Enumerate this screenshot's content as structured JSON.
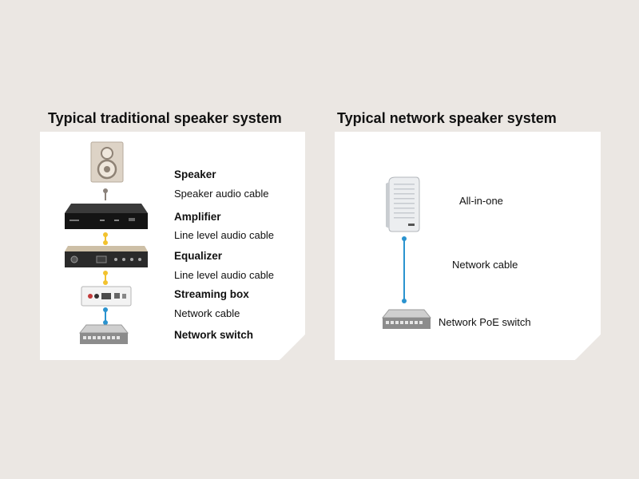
{
  "traditional": {
    "title": "Typical traditional speaker system",
    "items": [
      {
        "label": "Speaker",
        "emphasis": true
      },
      {
        "label": "Speaker audio cable",
        "emphasis": false
      },
      {
        "label": "Amplifier",
        "emphasis": true
      },
      {
        "label": "Line level audio cable",
        "emphasis": false
      },
      {
        "label": "Equalizer",
        "emphasis": true
      },
      {
        "label": "Line level audio cable",
        "emphasis": false
      },
      {
        "label": "Streaming box",
        "emphasis": true
      },
      {
        "label": "Network cable",
        "emphasis": false
      },
      {
        "label": "Network switch",
        "emphasis": true
      }
    ]
  },
  "network": {
    "title": "Typical network speaker system",
    "items": [
      {
        "label": "All-in-one"
      },
      {
        "label": "Network cable"
      },
      {
        "label": "Network PoE switch"
      }
    ]
  },
  "colors": {
    "speaker_cable": "#8a817a",
    "audio_cable": "#f2c22e",
    "network_cable": "#2a93cf",
    "background": "#ebe7e3"
  }
}
